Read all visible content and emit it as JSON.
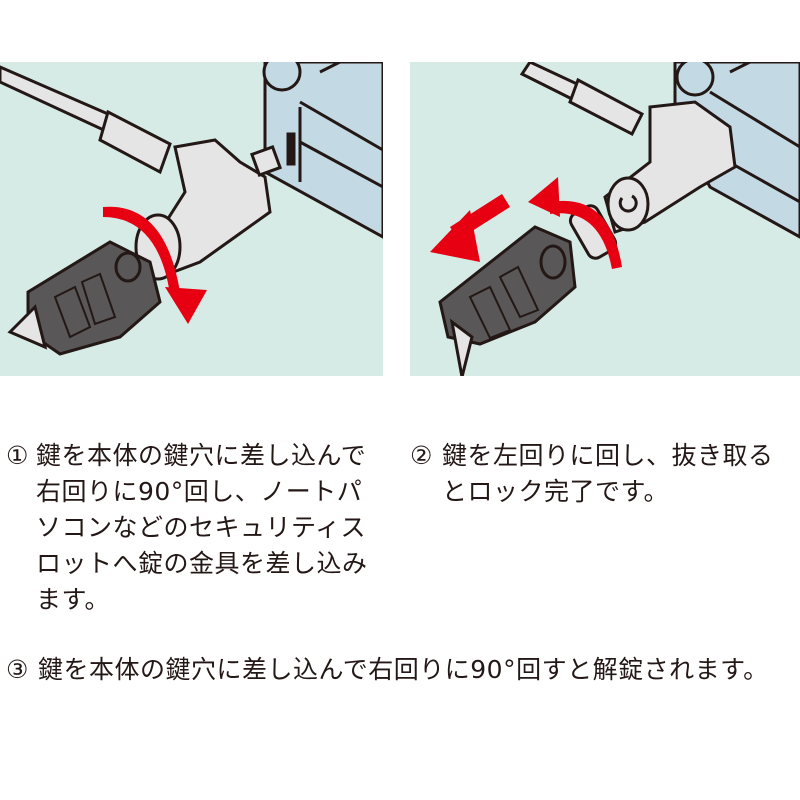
{
  "illustrations": {
    "left": {
      "description": "Key inserted into lock, rotated clockwise 90°",
      "arrow": "clockwise-rotation-arrow",
      "background_color": "#d6ebe6",
      "device_color": "#c3d9e3",
      "arrow_color": "#e60012",
      "key_color": "#595757"
    },
    "right": {
      "description": "Key rotated counter-clockwise and pulled out",
      "arrows": [
        "pull-out-arrow",
        "counterclockwise-rotation-arrow"
      ],
      "background_color": "#d6ebe6",
      "arrow_color": "#e60012"
    }
  },
  "steps": [
    {
      "number": "①",
      "text": "鍵を本体の鍵穴に差し込んで右回りに90°回し、ノートパソコンなどのセキュリティスロットへ錠の金具を差し込みます。"
    },
    {
      "number": "②",
      "text": "鍵を左回りに回し、抜き取るとロック完了です。"
    },
    {
      "number": "③",
      "text": "鍵を本体の鍵穴に差し込んで右回りに90°回すと解錠されます。"
    }
  ]
}
